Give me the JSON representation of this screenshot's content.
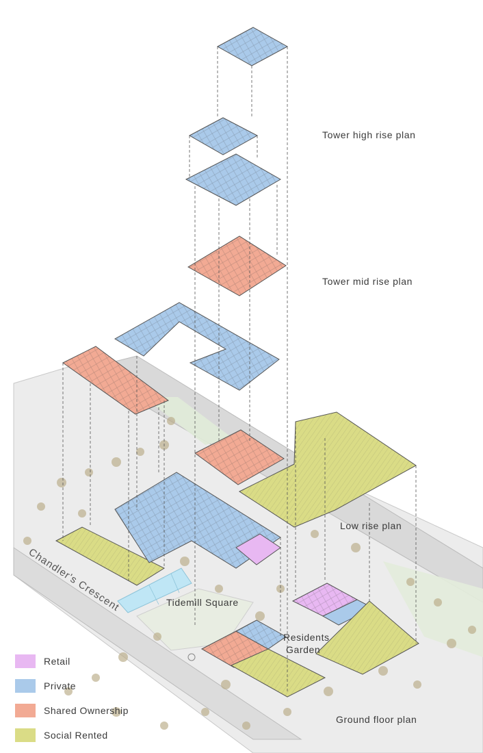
{
  "colors": {
    "retail": "#e8b8f2",
    "private": "#aacaea",
    "shared_ownership": "#f2aa94",
    "social_rented": "#dadc86",
    "ground": "#ececec",
    "road": "#d9d9d9",
    "water": "#bfe6f5",
    "tree": "#b9ab86"
  },
  "labels": {
    "tower_high": "Tower high rise plan",
    "tower_mid": "Tower mid rise plan",
    "low_rise": "Low rise plan",
    "ground_floor": "Ground floor plan",
    "tidemill": "Tidemill Square",
    "residents": "Residents",
    "garden": "Garden",
    "street": "Chandler's Crescent"
  },
  "legend": [
    {
      "label": "Retail",
      "color": "#e8b8f2"
    },
    {
      "label": "Private",
      "color": "#aacaea"
    },
    {
      "label": "Shared Ownership",
      "color": "#f2aa94"
    },
    {
      "label": "Social Rented",
      "color": "#dadc86"
    }
  ]
}
